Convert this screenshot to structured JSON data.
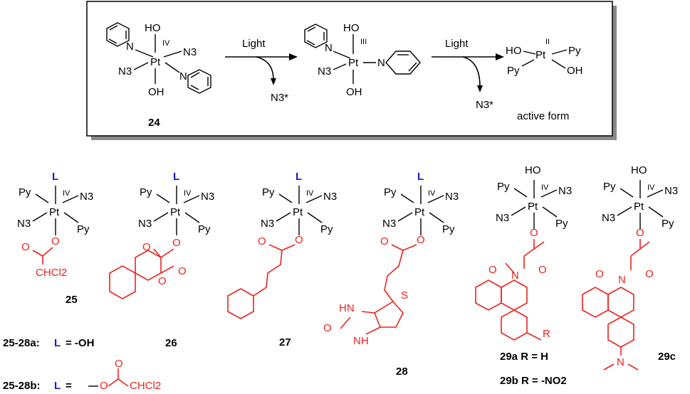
{
  "scheme": {
    "step1_label": "Light",
    "step2_label": "Light",
    "leaving1": "N3*",
    "leaving2": "N3*",
    "compound24_label": "24",
    "active_form_label": "active form",
    "ox_states": [
      "IV",
      "III",
      "II"
    ]
  },
  "atoms": {
    "pt": "Pt",
    "oh": "OH",
    "ho": "HO",
    "n3": "N3",
    "py": "Py",
    "n": "N",
    "o": "O",
    "s": "S",
    "hn": "HN",
    "nh": "NH",
    "chcl2": "CHCl2",
    "ox_iv": "IV",
    "l": "L"
  },
  "compounds": [
    {
      "id": "25"
    },
    {
      "id": "26"
    },
    {
      "id": "27"
    },
    {
      "id": "28"
    },
    {
      "id": "29a",
      "label": "29a R = H"
    },
    {
      "id": "29b",
      "label": "29b R = -NO2"
    },
    {
      "id": "29c",
      "label": "29c"
    }
  ],
  "legend": {
    "a_prefix": "25-28a:",
    "a_L": "L",
    "a_rest": "= -OH",
    "b_prefix": "25-28b:",
    "b_L": "L",
    "b_rest": "="
  },
  "r_group": "R"
}
